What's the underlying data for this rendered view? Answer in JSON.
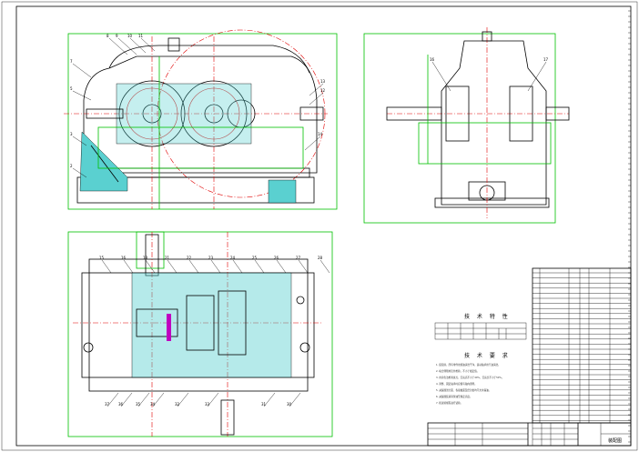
{
  "drawing": {
    "tech_characteristics_title": "技 术 特 性",
    "tech_requirements_title": "技 术 要 求",
    "tech_requirements": [
      "1. 装配前，所有零件用煤油清洗干净，滚动轴承用汽油清洗。",
      "2. 啮合侧隙用铅丝检验，不小于规定值。",
      "3. 用涂色法检验斑点，沿齿高不小于40%，沿齿长不小于50%。",
      "4. 调整、固定轴承时应留有轴向游隙。",
      "5. 减速器剖分面、各接触面及密封处均不允许漏油。",
      "6. 减速器装满润滑油至规定高度。",
      "7. 按试验规程进行试验。"
    ],
    "title_block_name": "装配图",
    "front_view_labels": [
      "8",
      "9",
      "10",
      "11",
      "7",
      "5",
      "3",
      "2",
      "13",
      "12",
      "14"
    ],
    "side_view_labels": [
      "16",
      "17"
    ],
    "plan_top_labels": [
      "15",
      "16",
      "18",
      "21",
      "22",
      "23",
      "24",
      "25",
      "26",
      "27",
      "28"
    ],
    "plan_bottom_labels": [
      "37",
      "36",
      "35",
      "34",
      "32",
      "33",
      "31",
      "30"
    ]
  }
}
